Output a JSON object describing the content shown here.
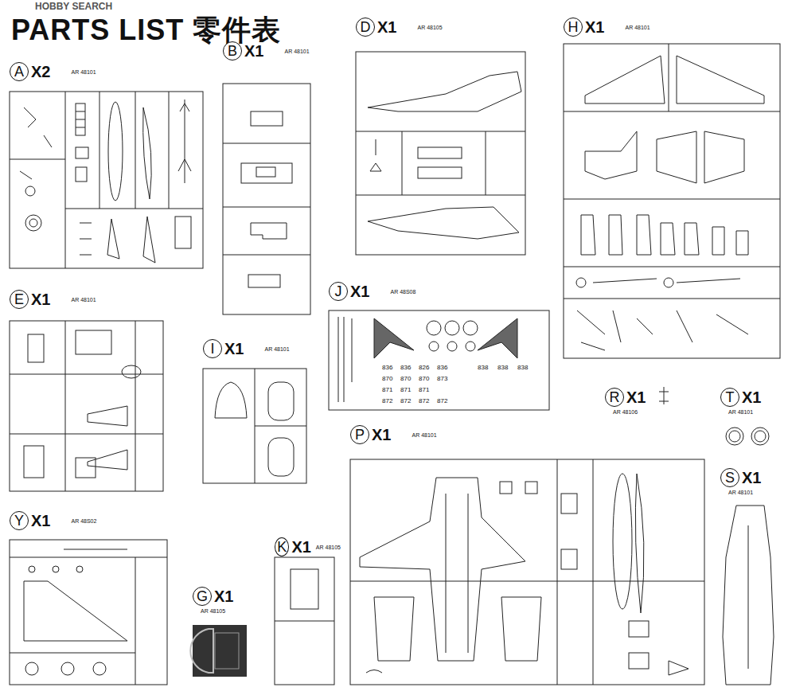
{
  "diagram": {
    "title": "PARTS LIST 零件表",
    "nodes": [
      {
        "text": [
          "A",
          "X2",
          "AR 48101"
        ]
      },
      {
        "text": [
          "B",
          "X1",
          "AR 48101"
        ]
      },
      {
        "text": [
          "D",
          "X1",
          "AR 48105"
        ]
      },
      {
        "text": [
          "H",
          "X1",
          "AR 48101"
        ]
      },
      {
        "text": [
          "E",
          "X1",
          "AR 48101"
        ]
      },
      {
        "text": [
          "I",
          "X1",
          "AR 48101"
        ]
      },
      {
        "text": [
          "J",
          "X1",
          "AR 48S08"
        ]
      },
      {
        "text": [
          "R",
          "X1",
          "AR 48106"
        ]
      },
      {
        "text": [
          "T",
          "X1",
          "AR 48101"
        ]
      },
      {
        "text": [
          "P",
          "X1",
          "AR 48101"
        ]
      },
      {
        "text": [
          "S",
          "X1",
          "AR 48101"
        ]
      },
      {
        "text": [
          "Y",
          "X1",
          "AR 48S02"
        ]
      },
      {
        "text": [
          "G",
          "X1",
          "AR 48105"
        ]
      },
      {
        "text": [
          "K",
          "X1",
          "AR 48105"
        ]
      }
    ],
    "labels": [
      "HOBBY SEARCH",
      "836",
      "836",
      "826",
      "836",
      "838",
      "838",
      "838",
      "870",
      "870",
      "870",
      "873",
      "871",
      "871",
      "871",
      "872",
      "872",
      "872",
      "872"
    ]
  }
}
